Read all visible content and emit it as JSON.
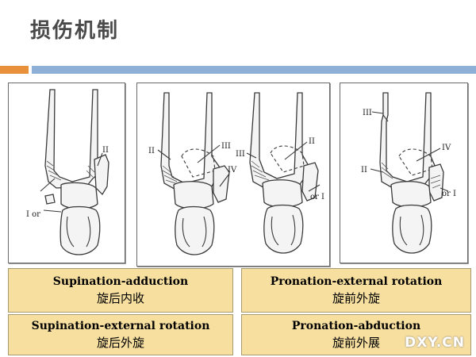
{
  "title": "损伤机制",
  "colors": {
    "accent_orange": "#e8913a",
    "accent_blue": "#8fb0d6",
    "label_bg": "#f7dfa0",
    "watermark": "#ffffff"
  },
  "panels": [
    {
      "labels": [
        "II",
        "I or"
      ]
    },
    {
      "labels": [
        "III",
        "II",
        "IV"
      ]
    },
    {
      "labels": [
        "II",
        "III",
        "or I"
      ]
    },
    {
      "labels": [
        "III",
        "II",
        "IV",
        "or I"
      ]
    }
  ],
  "mechanisms": [
    {
      "en": "Supination-adduction",
      "cn": "旋后内收"
    },
    {
      "en": "Supination-external rotation",
      "cn": "旋后外旋"
    },
    {
      "en": "Pronation-external rotation",
      "cn": "旋前外旋"
    },
    {
      "en": "Pronation-abduction",
      "cn": "旋前外展"
    }
  ],
  "watermark": "DXY.CN"
}
